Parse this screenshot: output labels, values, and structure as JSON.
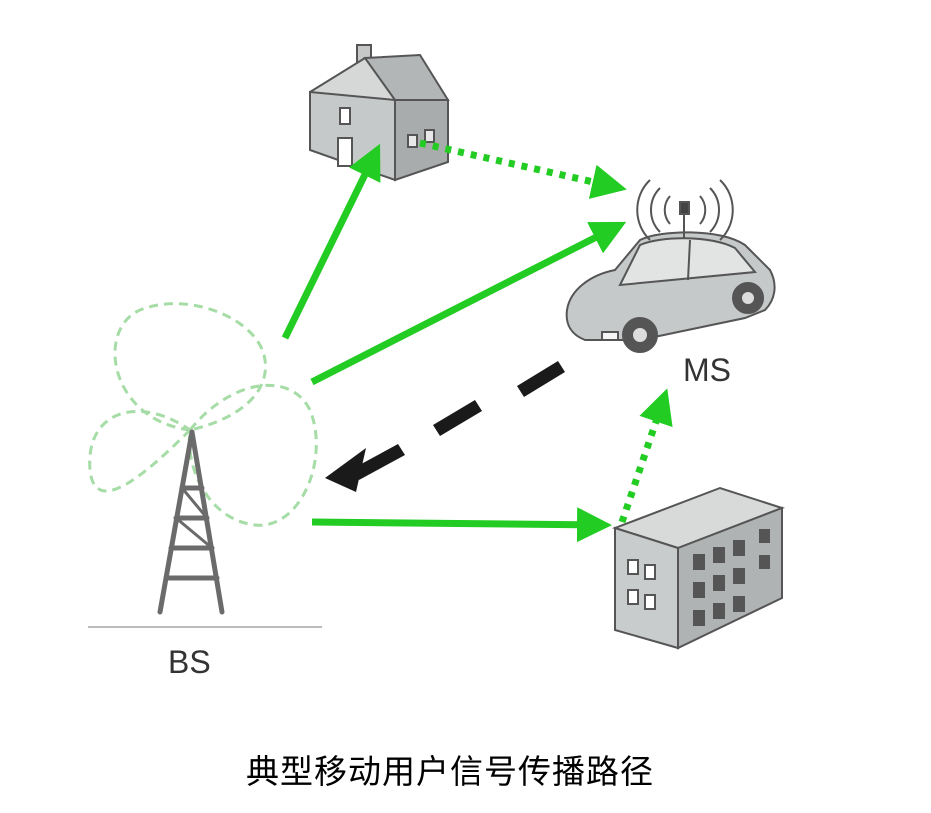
{
  "diagram": {
    "labels": {
      "base_station": "BS",
      "mobile_station": "MS"
    },
    "caption": "典型移动用户信号传播路径",
    "colors": {
      "signal_green": "#22cc22",
      "lobe_green": "#a6dca6",
      "blocked_path": "#1a1a1a",
      "object_gray": "#b9bcbc",
      "outline": "#555555"
    },
    "icons": [
      "tower-icon",
      "house-icon",
      "car-icon",
      "building-icon",
      "antenna-waves-icon"
    ]
  }
}
